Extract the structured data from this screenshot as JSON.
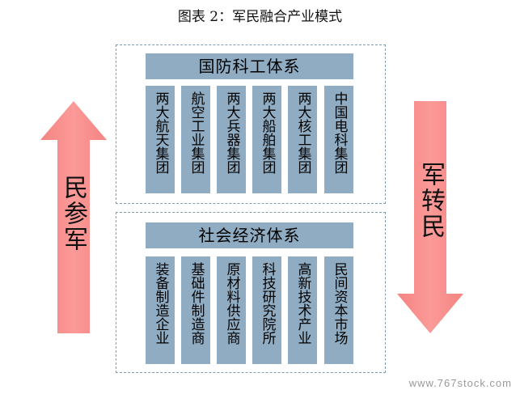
{
  "title": "图表 2：军民融合产业模式",
  "defense_system": {
    "header": "国防科工体系",
    "items": [
      "两大航天集团",
      "航空工业集团",
      "两大兵器集团",
      "两大船舶集团",
      "两大核工集团",
      "中国电科集团"
    ]
  },
  "social_economy": {
    "header": "社会经济体系",
    "items": [
      "装备制造企业",
      "基础件制造商",
      "原材料供应商",
      "科技研究院所",
      "高新技术产业",
      "民间资本市场"
    ]
  },
  "left_arrow": {
    "label": "民参军",
    "direction": "up",
    "color": "#f7807f"
  },
  "right_arrow": {
    "label": "军转民",
    "direction": "down",
    "color": "#f7807f"
  },
  "watermark": "www.767stock.com"
}
